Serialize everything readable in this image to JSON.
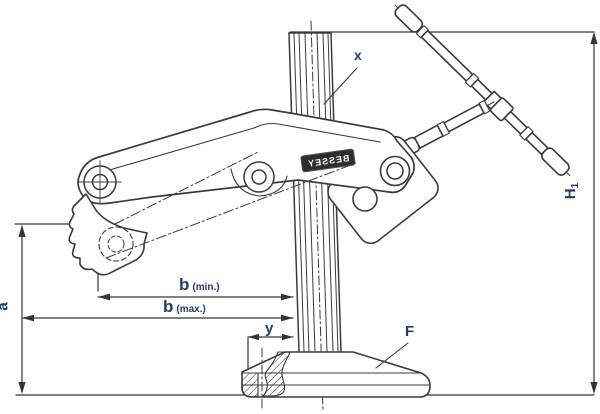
{
  "diagram": {
    "type": "technical line drawing",
    "subject": "vertical lever clamp on column with round base",
    "colors": {
      "line": "#3b3b3b",
      "dimension_label": "#1e3c6e",
      "badge_background": "#2e2e2e",
      "badge_text": "#ffffff",
      "background": "#ffffff"
    },
    "labels": {
      "a": "a",
      "b_min_main": "b",
      "b_min_suffix": "(min.)",
      "b_max_main": "b",
      "b_max_suffix": "(max.)",
      "y": "y",
      "x": "x",
      "f": "F",
      "h1_main": "H",
      "h1_sub": "1",
      "brand": "BESSEY"
    }
  }
}
